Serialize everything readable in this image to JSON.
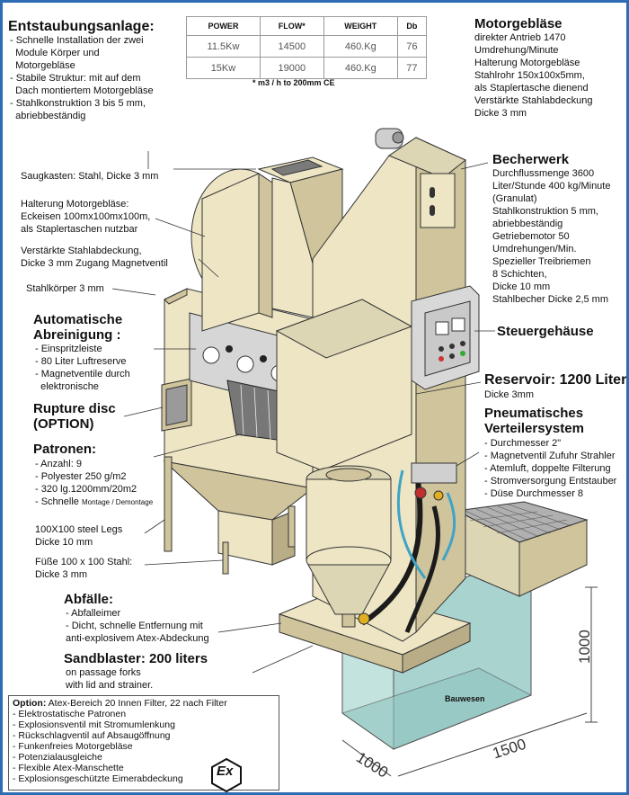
{
  "spec_table": {
    "headers": [
      "POWER",
      "FLOW*",
      "WEIGHT",
      "Db"
    ],
    "rows": [
      [
        "11.5Kw",
        "14500",
        "460.Kg",
        "76"
      ],
      [
        "15Kw",
        "19000",
        "460.Kg",
        "77"
      ]
    ],
    "note": "* m3 / h to 200mm CE"
  },
  "entstaubung": {
    "title": "Entstaubungsanlage:",
    "lines": [
      "- Schnelle Installation der zwei",
      "  Module Körper und",
      "  Motorgebläse",
      "- Stabile Struktur: mit auf dem",
      "  Dach montiertem Motorgebläse",
      "- Stahlkonstruktion 3 bis 5 mm,",
      "  abriebbeständig"
    ]
  },
  "motor": {
    "title": "Motorgebläse",
    "lines": [
      "direkter Antrieb 1470",
      "Umdrehung/Minute",
      "Halterung Motorgebläse",
      "Stahlrohr 150x100x5mm,",
      "als Staplertasche dienend",
      "Verstärkte Stahlabdeckung",
      "Dicke 3 mm"
    ]
  },
  "left_labels": {
    "saugkasten": "Saugkasten: Stahl, Dicke 3 mm",
    "halterung": [
      "Halterung Motorgebläse:",
      "Eckeisen 100mx100mx100m,",
      "als Staplertaschen nutzbar"
    ],
    "verstaerkt": [
      "Verstärkte Stahlabdeckung,",
      "Dicke 3 mm Zugang Magnetventil"
    ],
    "stahlkoerper": "Stahlkörper 3 mm"
  },
  "abreinigung": {
    "title": [
      "Automatische",
      "Abreinigung :"
    ],
    "lines": [
      "- Einspritzleiste",
      "- 80 Liter Luftreserve",
      "- Magnetventile durch",
      "  elektronische"
    ]
  },
  "rupture": {
    "title": [
      "Rupture disc",
      "(OPTION)"
    ]
  },
  "patronen": {
    "title": "Patronen:",
    "lines": [
      "- Anzahl: 9",
      "- Polyester 250 g/m2",
      "- 320 lg.1200mm/20m2"
    ],
    "schnelle": "- Schnelle",
    "schnelle_small": "Montage / Demontage"
  },
  "legs": {
    "en": [
      "100X100 steel Legs",
      "Dicke 10 mm"
    ],
    "de": [
      "Füße 100 x 100 Stahl:",
      "Dicke 3 mm"
    ]
  },
  "abfaelle": {
    "title": "Abfälle:",
    "lines": [
      "- Abfalleimer",
      "- Dicht, schnelle Entfernung mit",
      "anti-explosivem Atex-Abdeckung"
    ]
  },
  "sandblaster": {
    "title": "Sandblaster: 200 liters",
    "lines": [
      "on passage forks",
      "with lid and strainer."
    ]
  },
  "becherwerk": {
    "title": "Becherwerk",
    "lines": [
      "Durchflussmenge 3600",
      "Liter/Stunde 400 kg/Minute",
      "(Granulat)",
      "Stahlkonstruktion 5 mm,",
      "abriebbeständig",
      "Getriebemotor 50",
      "Umdrehungen/Min.",
      "Spezieller Treibriemen",
      "8 Schichten,",
      "Dicke 10 mm",
      "Stahlbecher Dicke 2,5 mm"
    ]
  },
  "steuer": {
    "title": "Steuergehäuse"
  },
  "reservoir": {
    "title": "Reservoir: 1200 Liter",
    "line": "Dicke 3mm"
  },
  "pneumatic": {
    "title": [
      "Pneumatisches",
      "Verteilersystem"
    ],
    "lines": [
      "- Durchmesser 2\"",
      "- Magnetventil Zufuhr Strahler",
      "- Atemluft, doppelte Filterung",
      "- Stromversorgung Entstauber",
      "- Düse Durchmesser 8"
    ]
  },
  "bauwesen": "Bauwesen",
  "dimensions": {
    "height": "1000",
    "depth": "1000",
    "width": "1500"
  },
  "option": {
    "title": "Option:",
    "title_rest": " Atex-Bereich 20 Innen Filter, 22 nach Filter",
    "lines": [
      "- Elektrostatische Patronen",
      "- Explosionsventil mit Stromumlenkung",
      "- Rückschlagventil auf Absaugöffnung",
      "- Funkenfreies Motorgebläse",
      "- Potenzialausgleiche",
      "- Flexible Atex-Manschette",
      "- Explosionsgeschützte Eimerabdeckung"
    ],
    "ex_mark": "Ex"
  },
  "colors": {
    "frame": "#2e6db4",
    "cream": "#ede5c4",
    "cream_dark": "#cfc49c",
    "cream_shadow": "#b8ad86",
    "pit": "#a9d3cf",
    "hose": "#1b1b1b",
    "air_hose": "#3fa3c7"
  }
}
